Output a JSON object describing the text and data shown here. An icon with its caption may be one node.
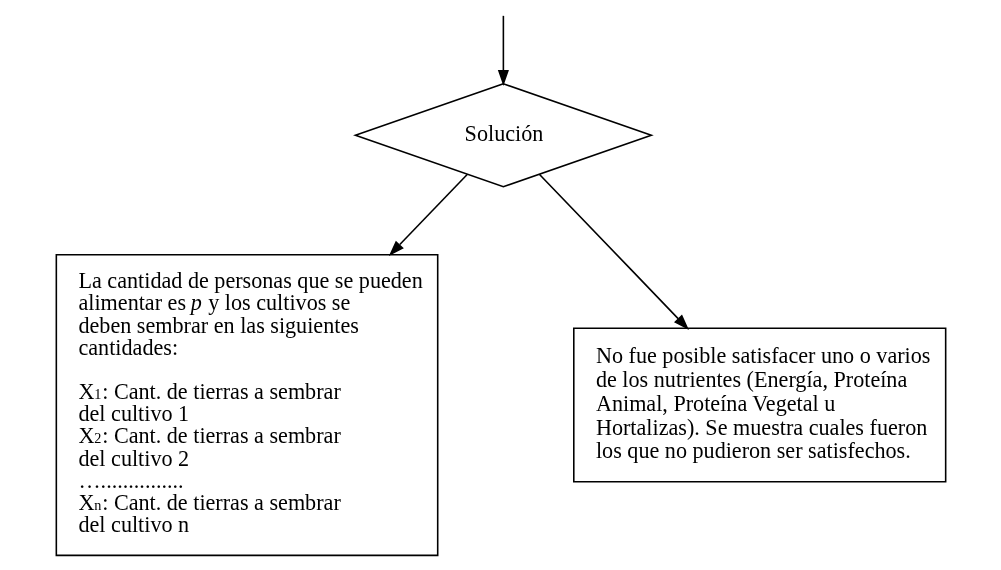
{
  "diagram": {
    "nodes": [
      {
        "text": [
          "Solución"
        ]
      },
      {
        "text": [
          "La cantidad de personas que se pueden alimentar es *p* y los cultivos se deben sembrar en las siguientes cantidades:",
          "X$_{1}$: Cant. de tierras a sembrar del cultivo 1",
          "X$_{2}$: Cant. de tierras a sembrar del cultivo 2",
          "…...............",
          "X$_{n}$: Cant. de tierras a sembrar del cultivo n"
        ]
      },
      {
        "text": [
          "No fue posible satisfacer uno o varios de los nutrientes (Energía, Proteína Animal, Proteína Vegetal u Hortalizas). Se muestra cuales fueron los que no pudieron ser satisfechos."
        ]
      }
    ],
    "edges": [
      {
        "from": null,
        "to": 0,
        "arrow": "to"
      },
      {
        "from": 0,
        "to": 1,
        "arrow": "to"
      },
      {
        "from": 0,
        "to": 2,
        "arrow": "to"
      }
    ]
  }
}
